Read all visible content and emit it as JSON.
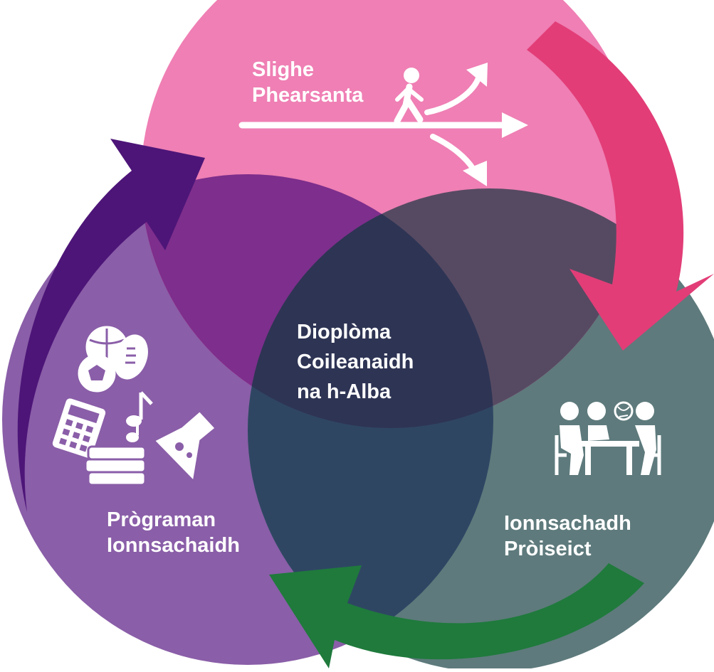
{
  "diagram": {
    "personal_pathway": {
      "line1": "Slighe",
      "line2": "Phearsanta",
      "icon": "walking-person-branching-arrows-icon",
      "color": "#ef7fb4"
    },
    "curriculum": {
      "line1": "Prògraman",
      "line2": "Ionnsachaidh",
      "icons": [
        "sports-balls-icon",
        "music-notes-icon",
        "calculator-icon",
        "books-icon",
        "lab-flask-icon"
      ],
      "color": "#8a5ea8"
    },
    "project_learning": {
      "line1": "Ionnsachadh",
      "line2": "Pròiseict",
      "icon": "group-meeting-table-icon",
      "color": "#5e7a7c"
    },
    "center": {
      "line1": "Dioplòma",
      "line2": "Coileanaidh",
      "line3": "na h-Alba",
      "color": "#2e3454"
    },
    "arrows": {
      "purple": "#4d1578",
      "pink": "#e23d77",
      "green": "#1f7a3c"
    }
  }
}
